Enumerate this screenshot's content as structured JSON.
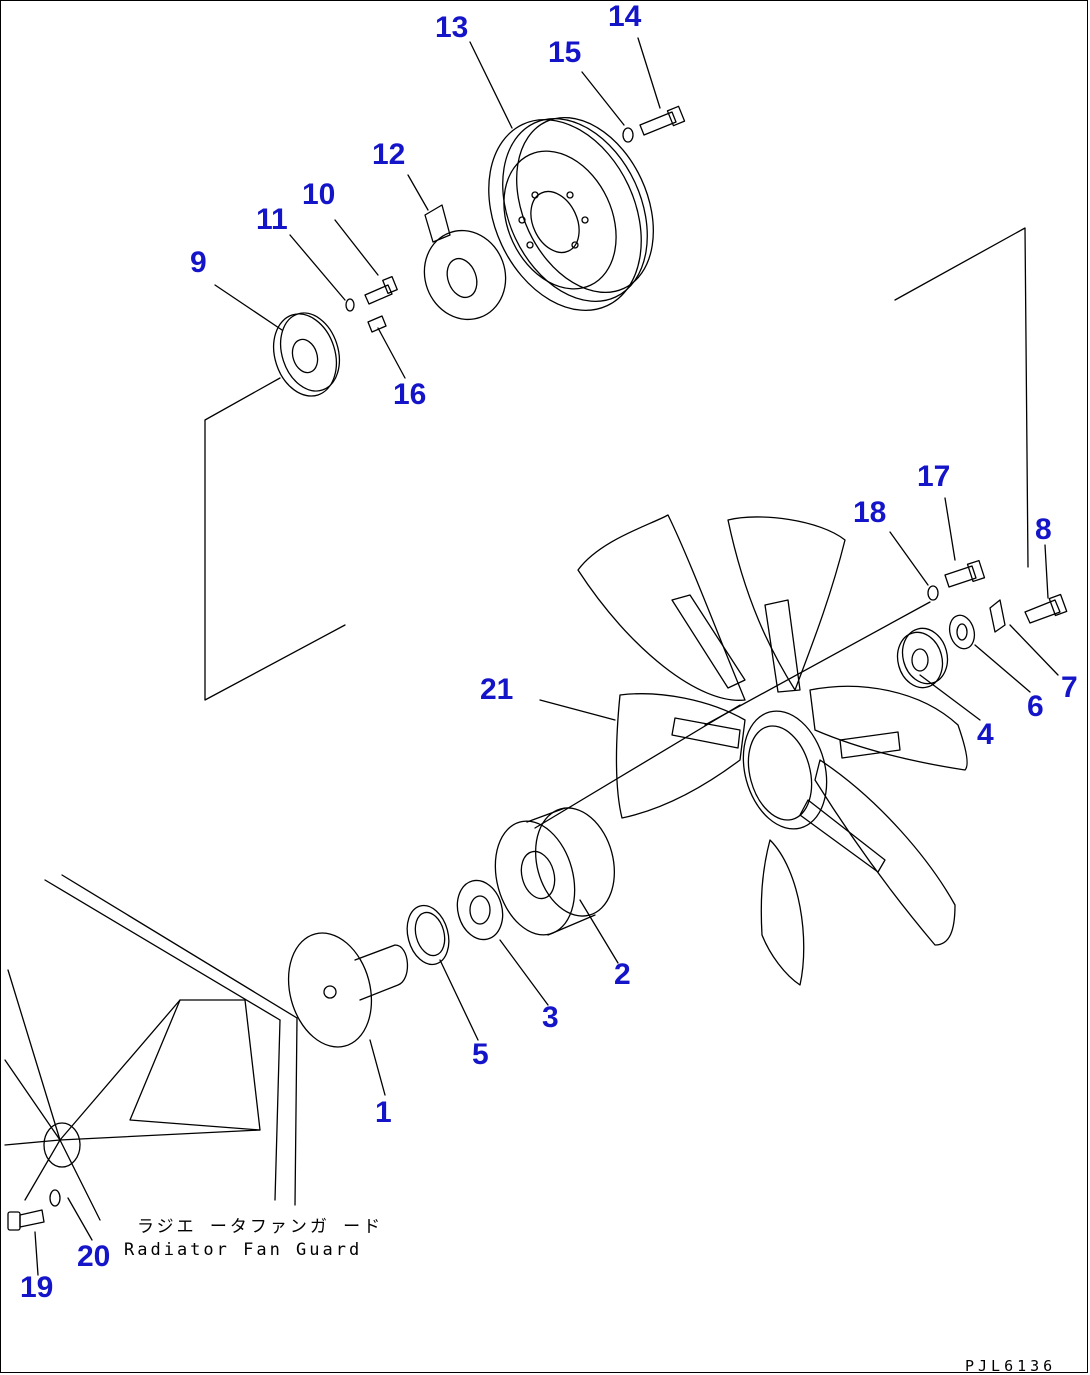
{
  "callouts": [
    {
      "id": "1",
      "text": "1"
    },
    {
      "id": "2",
      "text": "2"
    },
    {
      "id": "3",
      "text": "3"
    },
    {
      "id": "4",
      "text": "4"
    },
    {
      "id": "5",
      "text": "5"
    },
    {
      "id": "6",
      "text": "6"
    },
    {
      "id": "7",
      "text": "7"
    },
    {
      "id": "8",
      "text": "8"
    },
    {
      "id": "9",
      "text": "9"
    },
    {
      "id": "10",
      "text": "10"
    },
    {
      "id": "11",
      "text": "11"
    },
    {
      "id": "12",
      "text": "12"
    },
    {
      "id": "13",
      "text": "13"
    },
    {
      "id": "14",
      "text": "14"
    },
    {
      "id": "15",
      "text": "15"
    },
    {
      "id": "16",
      "text": "16"
    },
    {
      "id": "17",
      "text": "17"
    },
    {
      "id": "18",
      "text": "18"
    },
    {
      "id": "19",
      "text": "19"
    },
    {
      "id": "20",
      "text": "20"
    },
    {
      "id": "21",
      "text": "21"
    }
  ],
  "labels": {
    "radiator_guard_jp": "ラジエ ータファンガ ード",
    "radiator_guard_en": "Radiator Fan Guard",
    "drawing_code": "PJL6136"
  },
  "colors": {
    "callout": "#1414c8",
    "line": "#000000",
    "background": "#ffffff"
  }
}
